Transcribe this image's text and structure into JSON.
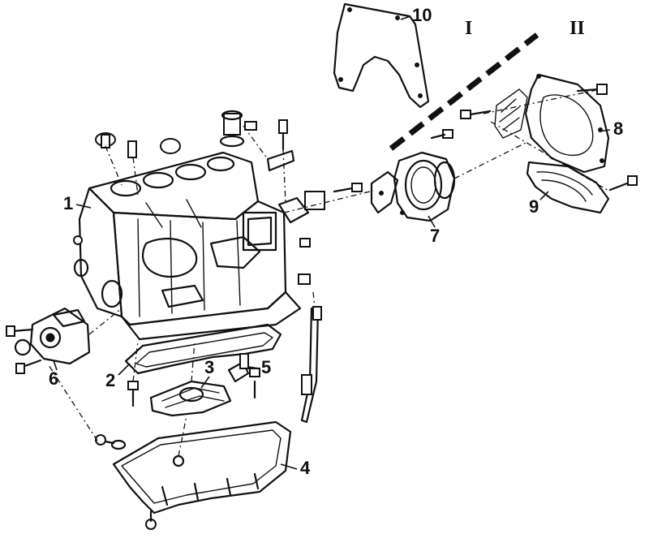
{
  "section_labels": {
    "left": "I",
    "right": "II"
  },
  "callouts": {
    "c1": "1",
    "c2": "2",
    "c3": "3",
    "c4": "4",
    "c5": "5",
    "c6": "6",
    "c7": "7",
    "c8": "8",
    "c9": "9",
    "c10": "10"
  },
  "colors": {
    "ink": "#111111",
    "paper": "#ffffff"
  }
}
